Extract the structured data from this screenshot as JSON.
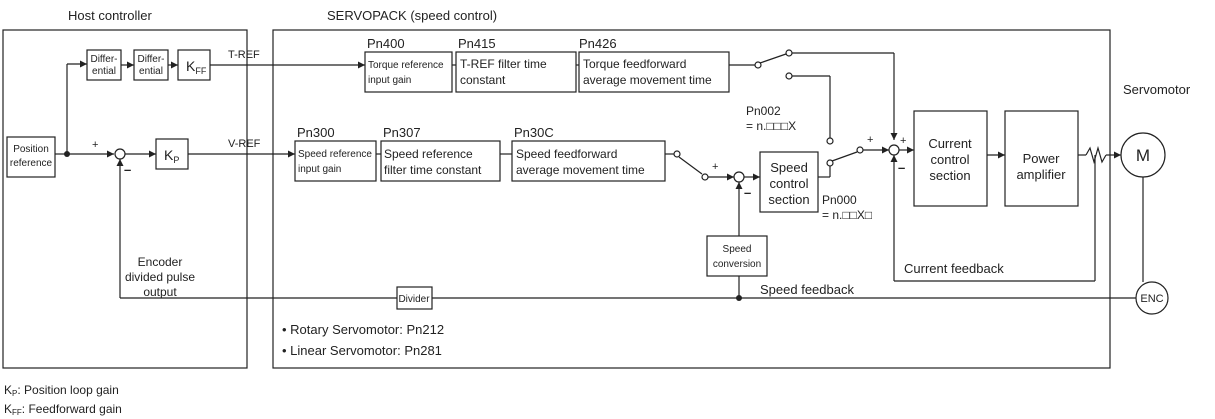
{
  "labels": {
    "host_controller": "Host controller",
    "servopack": "SERVOPACK (speed control)",
    "servomotor": "Servomotor",
    "position_reference": [
      "Position",
      "reference"
    ],
    "differential": [
      "Differ-",
      "ential"
    ],
    "kff": "K",
    "kff_sub": "FF",
    "kp": "K",
    "kp_sub": "P",
    "t_ref": "T-REF",
    "v_ref": "V-REF",
    "encoder_output": [
      "Encoder",
      "divided pulse",
      "output"
    ],
    "pn400": "Pn400",
    "pn415": "Pn415",
    "pn426": "Pn426",
    "pn300": "Pn300",
    "pn307": "Pn307",
    "pn30c": "Pn30C",
    "pn002": "Pn002",
    "pn002_value": "= n.□□□X",
    "pn000": "Pn000",
    "pn000_value": "= n.□□X□",
    "torque_gain": [
      "Torque reference",
      "input gain"
    ],
    "tref_filter": [
      "T-REF filter time",
      "constant"
    ],
    "torque_ff": [
      "Torque feedforward",
      "average movement time"
    ],
    "speed_gain": [
      "Speed reference",
      "input gain"
    ],
    "speed_filter": [
      "Speed reference",
      "filter time constant"
    ],
    "speed_ff": [
      "Speed feedforward",
      "average movement time"
    ],
    "speed_control": [
      "Speed",
      "control",
      "section"
    ],
    "speed_conversion": [
      "Speed",
      "conversion"
    ],
    "current_control": [
      "Current",
      "control",
      "section"
    ],
    "power_amp": [
      "Power",
      "amplifier"
    ],
    "motor": "M",
    "encoder": "ENC",
    "divider": "Divider",
    "current_feedback": "Current feedback",
    "speed_feedback": "Speed feedback",
    "rotary": "• Rotary Servomotor: Pn212",
    "linear": "• Linear Servomotor: Pn281",
    "plus": "+",
    "minus": "–"
  },
  "legend": {
    "kp_symbol": "K",
    "kp_sub": "P",
    "kp_text": ": Position loop gain",
    "kff_symbol": "K",
    "kff_sub": "FF",
    "kff_text": ": Feedforward gain"
  }
}
